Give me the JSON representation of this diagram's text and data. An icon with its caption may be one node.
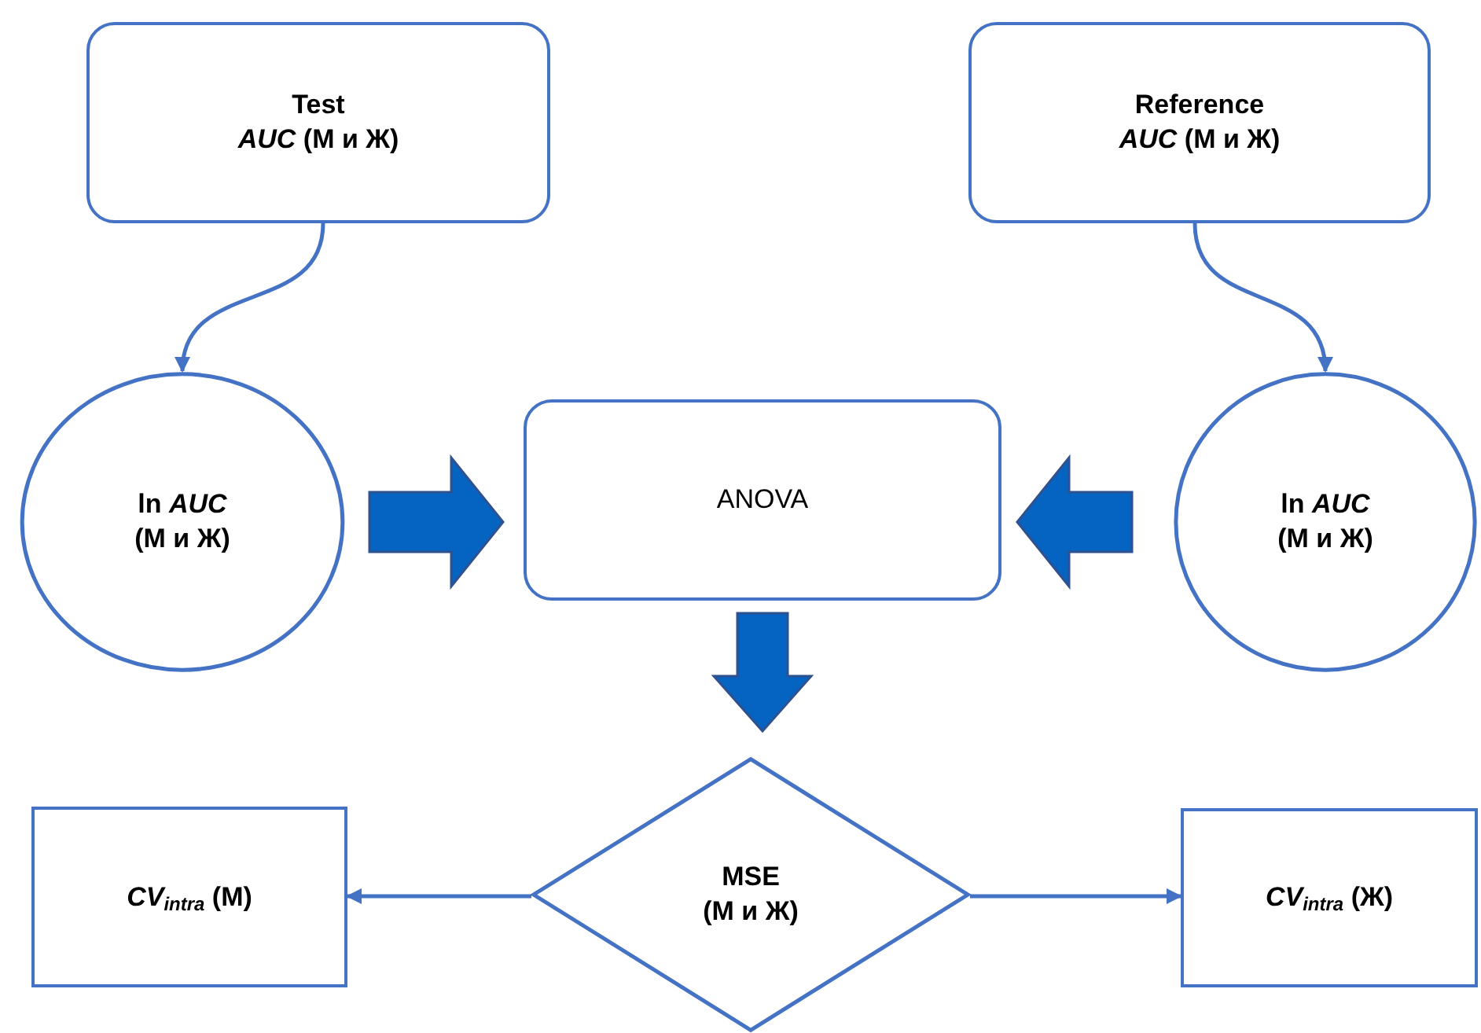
{
  "diagram": {
    "nodes": [
      {
        "text": [
          "Test",
          "*AUC* (М и Ж)"
        ]
      },
      {
        "text": [
          "Reference",
          "*AUC* (М и Ж)"
        ]
      },
      {
        "text": [
          "ln *AUC*",
          "(М и Ж)"
        ]
      },
      {
        "text": [
          "ANOVA"
        ]
      },
      {
        "text": [
          "ln *AUC*",
          "(М и Ж)"
        ]
      },
      {
        "text": [
          "MSE",
          "(М и Ж)"
        ]
      },
      {
        "text": [
          "*CV*$_{intra}$ (М)"
        ]
      },
      {
        "text": [
          "*CV*$_{intra}$ (Ж)"
        ]
      }
    ],
    "edges": [
      {
        "from": 0,
        "to": 2,
        "arrow": "to"
      },
      {
        "from": 1,
        "to": 4,
        "arrow": "to"
      },
      {
        "from": 2,
        "to": 3,
        "arrow": "to",
        "style": "thick"
      },
      {
        "from": 4,
        "to": 3,
        "arrow": "to",
        "style": "thick"
      },
      {
        "from": 3,
        "to": 5,
        "arrow": "to",
        "style": "thick"
      },
      {
        "from": 5,
        "to": 6,
        "arrow": "to"
      },
      {
        "from": 5,
        "to": 7,
        "arrow": "to"
      }
    ]
  }
}
